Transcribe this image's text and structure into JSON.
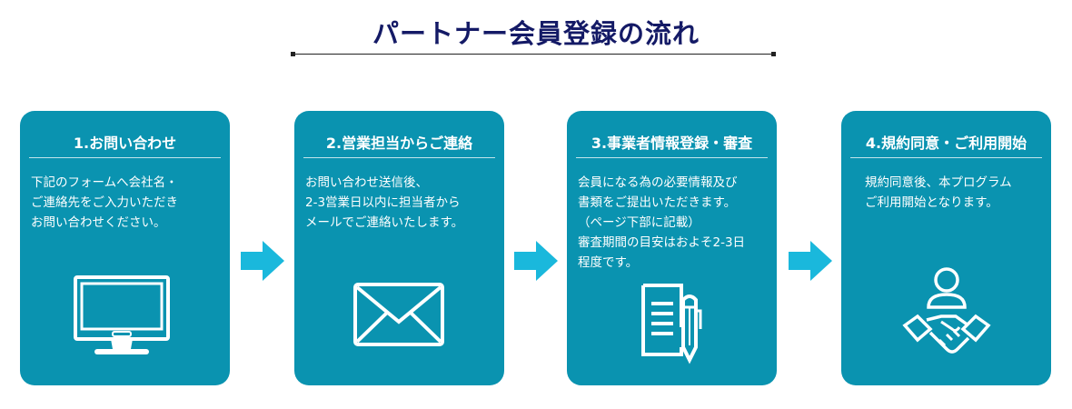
{
  "title": "パートナー会員登録の流れ",
  "steps": [
    {
      "title": "1.お問い合わせ",
      "lines": [
        "下記のフォームへ会社名・",
        "ご連絡先をご入力いただき",
        "お問い合わせください。"
      ],
      "icon": "monitor-icon"
    },
    {
      "title": "2.営業担当からご連絡",
      "lines": [
        "お問い合わせ送信後、",
        "2-3営業日以内に担当者から",
        "メールでご連絡いたします。"
      ],
      "icon": "envelope-icon"
    },
    {
      "title": "3.事業者情報登録・審査",
      "lines": [
        "会員になる為の必要情報及び",
        "書類をご提出いただきます。",
        "（ページ下部に記載）",
        "審査期間の目安はおよそ2-3日",
        "程度です。"
      ],
      "icon": "document-pen-icon"
    },
    {
      "title": "4.規約同意・ご利用開始",
      "lines": [
        "規約同意後、本プログラム",
        "ご利用開始となります。"
      ],
      "icon": "handshake-icon"
    }
  ],
  "colors": {
    "card": "#0a93b0",
    "arrow": "#1ab8dc",
    "title": "#141a66"
  }
}
